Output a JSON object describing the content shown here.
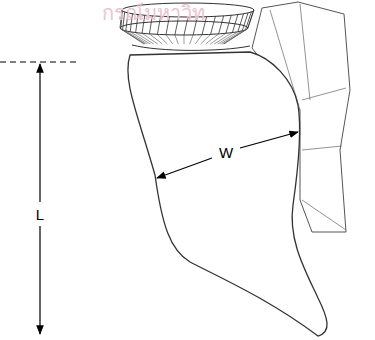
{
  "diagram": {
    "labels": [
      "กรณ์มหาวิท",
      "L",
      "W"
    ]
  }
}
